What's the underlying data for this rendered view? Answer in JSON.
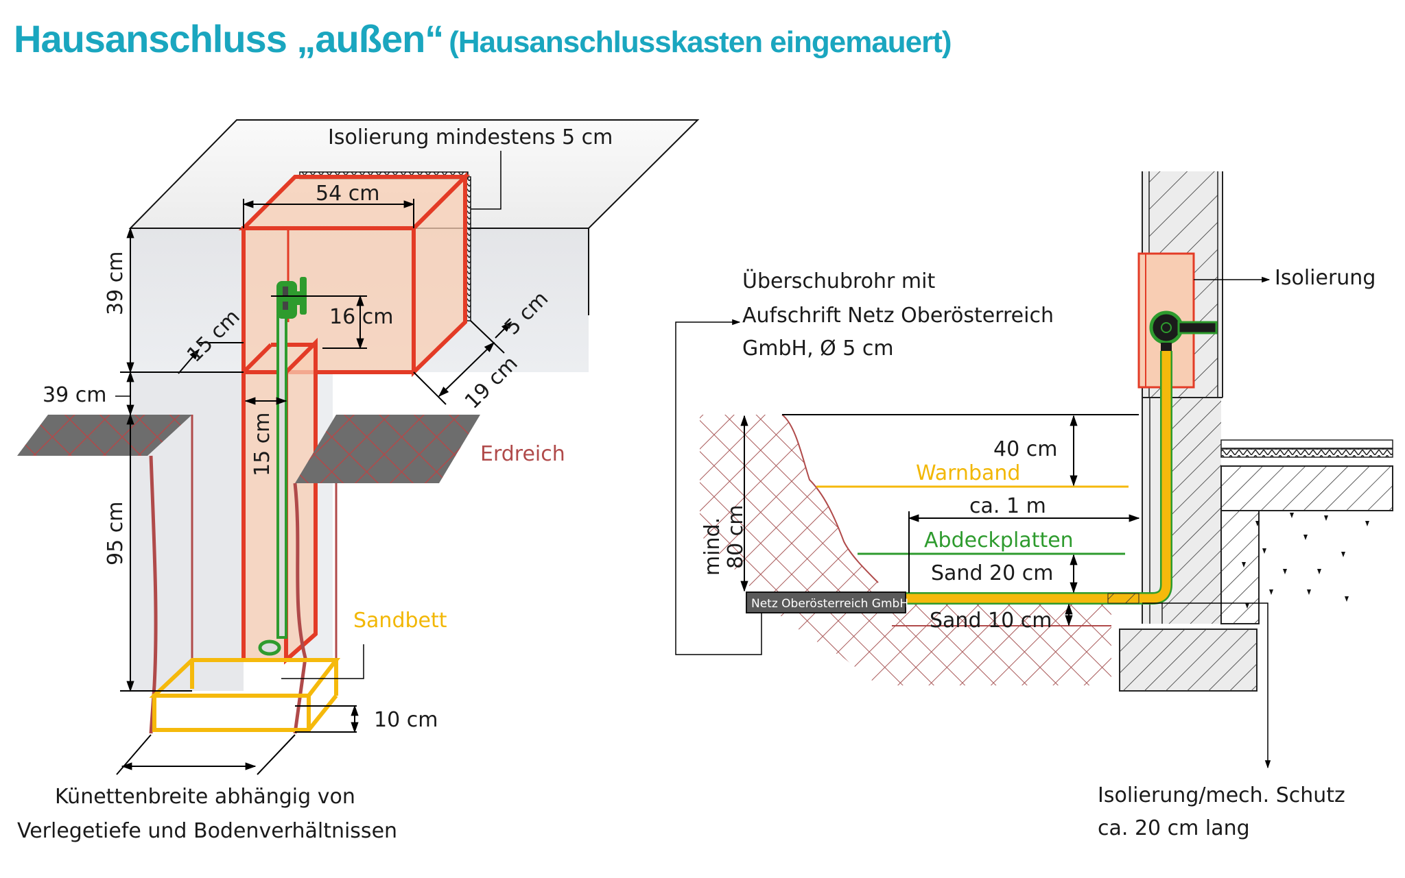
{
  "title": {
    "main": "Hausanschluss „außen“",
    "sub": "(Hausanschlusskasten eingemauert)"
  },
  "left_diagram": {
    "insulation_label": "Isolierung mindestens 5 cm",
    "box_width": "54 cm",
    "box_height": "39 cm",
    "valve_height": "16 cm",
    "duct_depth": "15 cm",
    "insulation_thickness": "5 cm",
    "box_depth": "19 cm",
    "wall_above_ground": "39 cm",
    "duct_width": "15 cm",
    "earth_label": "Erdreich",
    "trench_depth": "95 cm",
    "sandbed_label": "Sandbett",
    "sandbed_height": "10 cm",
    "trench_note_line1": "Künettenbreite abhängig von",
    "trench_note_line2": "Verlegetiefe und Bodenverhältnissen"
  },
  "right_diagram": {
    "sleeve_line1": "Überschubrohr mit",
    "sleeve_line2": "Aufschrift Netz Oberösterreich",
    "sleeve_line3": "GmbH, Ø 5 cm",
    "insulation_label": "Isolierung",
    "depth_warnband": "40 cm",
    "warnband_label": "Warnband",
    "min_depth_line1": "mind.",
    "min_depth_line2": "80 cm",
    "distance_label": "ca. 1 m",
    "cover_plates_label": "Abdeckplatten",
    "sand_top": "Sand 20 cm",
    "pipe_tag": "Netz Oberösterreich GmbH",
    "sand_bottom": "Sand 10 cm",
    "protection_line1": "Isolierung/mech. Schutz",
    "protection_line2": "ca. 20 cm lang"
  },
  "colors": {
    "title": "#1aa6bf",
    "box_red": "#e33b26",
    "insulation_fill": "#f8cdb3",
    "earth": "#b04a4a",
    "sand_yellow": "#f5b90c",
    "cover_green": "#2e9b2e",
    "ground_gray": "#6b6b6b"
  }
}
